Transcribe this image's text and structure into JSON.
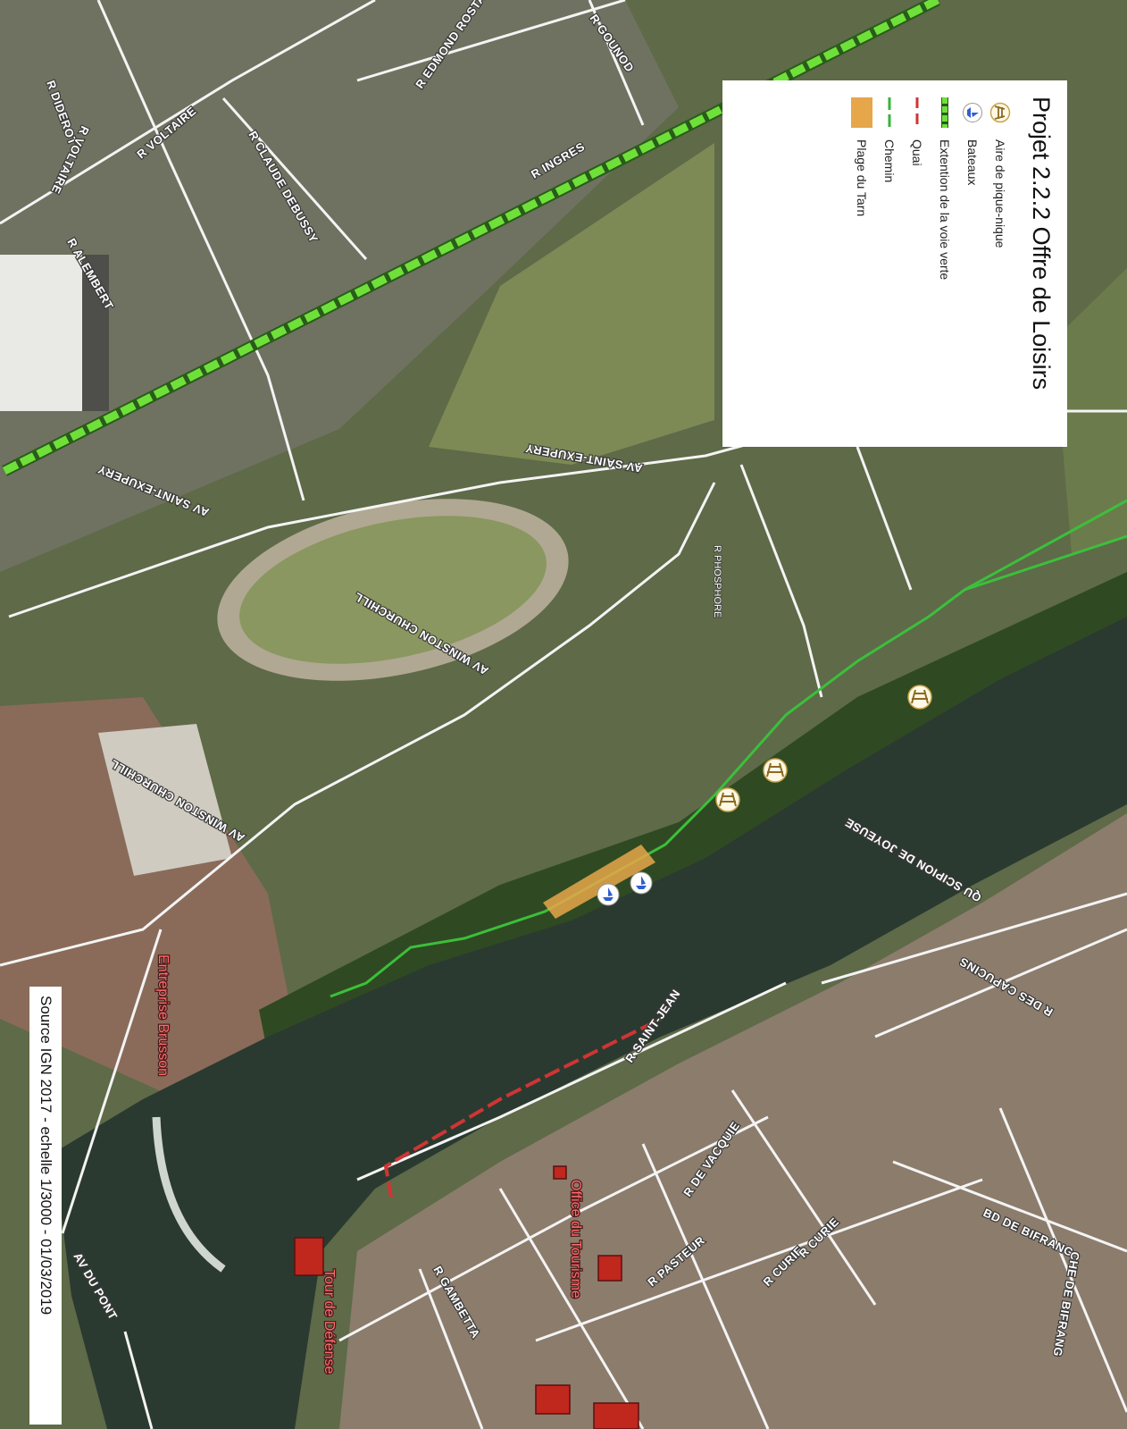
{
  "legend": {
    "title": "Projet 2.2.2 Offre de Loisirs",
    "items": [
      {
        "label": "Aire de pique-nique",
        "icon": "picnic-table-icon"
      },
      {
        "label": "Bateaux",
        "icon": "boat-icon"
      },
      {
        "label": "Extention de la voie verte",
        "icon": "green-dashed-line"
      },
      {
        "label": "Quai",
        "icon": "red-dashed-line"
      },
      {
        "label": "Chemin",
        "icon": "green-line"
      },
      {
        "label": "Plage du Tarn",
        "icon": "orange-area"
      }
    ]
  },
  "source": "Source IGN 2017 - echelle 1/3000 - 01/03/2019",
  "streets": {
    "diderot": "R DIDEROT",
    "voltaire_1": "R VOLTAIRE",
    "voltaire_2": "R VOLTAIRE",
    "claude_debussy": "R CLAUDE DEBUSSY",
    "edmond_rostand": "R EDMOND ROSTAND",
    "gounod": "R GOUNOD",
    "ingres": "R INGRES",
    "alembert": "R ALEMBERT",
    "saint_exupery_1": "AV SAINT-EXUPERY",
    "saint_exupery_2": "AV SAINT-EXUPERY",
    "churchill_1": "AV WINSTON CHURCHILL",
    "churchill_2": "AV WINSTON CHURCHILL",
    "scipion": "QU SCIPION DE JOYEUSE",
    "capucins": "R DES CAPUCINS",
    "saint_jean": "R SAINT-JEAN",
    "vacquie": "R DE VACQUIE",
    "bifrang_bd": "BD DE BIFRANG",
    "bifrang_che": "CHE DE BIFRANG",
    "curie": "R CURIE",
    "pasteur": "R PASTEUR",
    "gambetta": "R GAMBETTA",
    "pont": "AV DU PONT",
    "phosphore": "R PHOSPHORE"
  },
  "pois": {
    "brusson": "Entreprise Brusson",
    "tourisme": "Office du Tourisme",
    "tour": "Tour de Défense"
  },
  "colors": {
    "voie_verte": "#5fd23a",
    "chemin": "#37b33a",
    "quai": "#cc3333",
    "plage": "#e6a64a",
    "river": "#2c3a2e",
    "building_red": "#c0271d"
  }
}
